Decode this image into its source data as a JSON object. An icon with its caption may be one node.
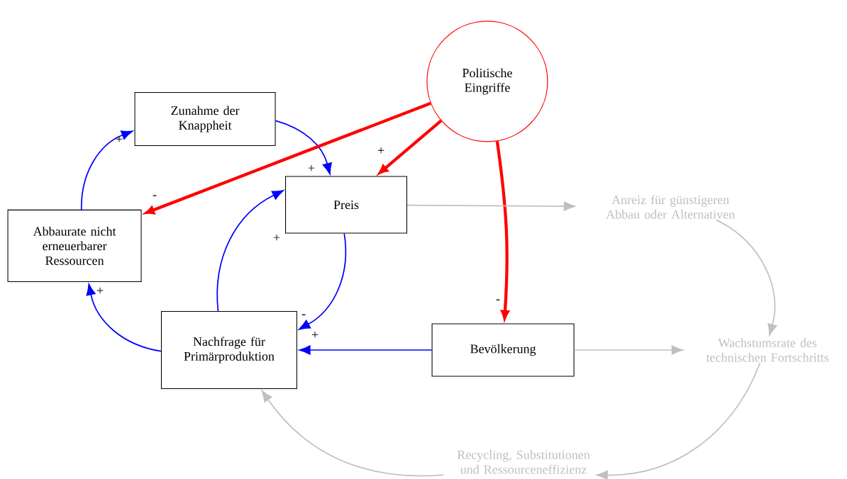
{
  "diagram": {
    "nodes": [
      {
        "text": [
          "Politische Eingriffe"
        ]
      },
      {
        "text": [
          "Zunahme der Knappheit"
        ]
      },
      {
        "text": [
          "Preis"
        ]
      },
      {
        "text": [
          "Abbaurate nicht erneuerbarer Ressourcen"
        ]
      },
      {
        "text": [
          "Nachfrage für Primärproduktion"
        ]
      },
      {
        "text": [
          "Bevölkerung"
        ]
      },
      {
        "text": [
          "Anreiz für günstigeren Abbau oder Alternativen"
        ]
      },
      {
        "text": [
          "Wachstumsrate des technischen Fortschritts"
        ]
      },
      {
        "text": [
          "Recycling, Substitutionen und Ressourceneffizienz"
        ]
      }
    ],
    "edges": [
      {
        "from": 3,
        "to": 1,
        "arrow": "to",
        "label": "+"
      },
      {
        "from": 1,
        "to": 2,
        "arrow": "to",
        "label": "+"
      },
      {
        "from": 0,
        "to": 2,
        "arrow": "to",
        "label": "+",
        "style": "thick",
        "color": "#ff0000"
      },
      {
        "from": 0,
        "to": 3,
        "arrow": "to",
        "label": "-",
        "style": "thick",
        "color": "#ff0000"
      },
      {
        "from": 0,
        "to": 5,
        "arrow": "to",
        "label": "-",
        "style": "thick",
        "color": "#ff0000"
      },
      {
        "from": 2,
        "to": 4,
        "arrow": "to",
        "label": "-"
      },
      {
        "from": 4,
        "to": 2,
        "arrow": "to",
        "label": "+"
      },
      {
        "from": 4,
        "to": 3,
        "arrow": "to",
        "label": "+"
      },
      {
        "from": 5,
        "to": 4,
        "arrow": "to",
        "label": "+",
        "color": "#0000ff"
      },
      {
        "from": 2,
        "to": 6,
        "arrow": "to",
        "color": "#c0c0c0"
      },
      {
        "from": 6,
        "to": 7,
        "arrow": "to",
        "color": "#c0c0c0"
      },
      {
        "from": 5,
        "to": 7,
        "arrow": "to",
        "color": "#c0c0c0"
      },
      {
        "from": 7,
        "to": 8,
        "arrow": "to",
        "color": "#c0c0c0"
      },
      {
        "from": 8,
        "to": 4,
        "arrow": "to",
        "color": "#c0c0c0"
      }
    ]
  }
}
